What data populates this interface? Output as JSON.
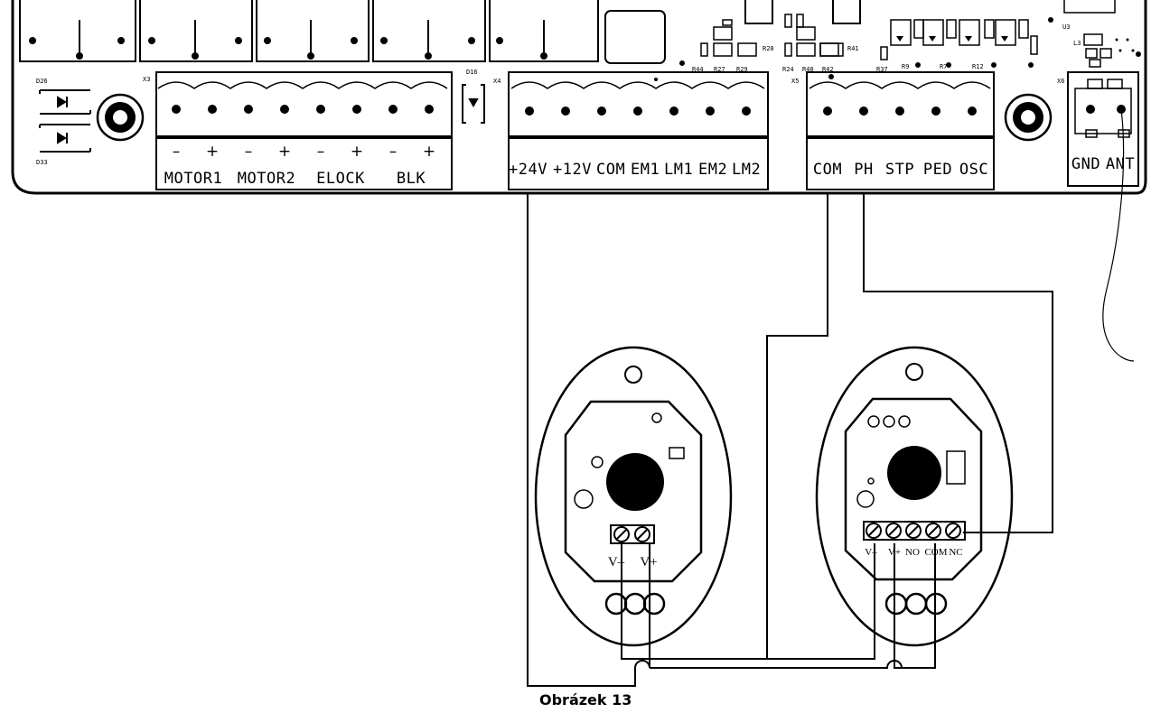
{
  "caption": "Obrázek 13",
  "board": {
    "connector_x3": {
      "label": "X3",
      "polarity": [
        "–",
        "+",
        "–",
        "+",
        "–",
        "+",
        "–",
        "+"
      ],
      "groups": [
        "MOTOR1",
        "MOTOR2",
        "ELOCK",
        "BLK"
      ]
    },
    "connector_x4": {
      "label": "X4",
      "terminals": [
        "+24V",
        "+12V",
        "COM",
        "EM1",
        "LM1",
        "EM2",
        "LM2"
      ]
    },
    "connector_x5": {
      "label": "X5",
      "terminals": [
        "COM",
        "PH",
        "STP",
        "PED",
        "OSC"
      ]
    },
    "connector_x6": {
      "label": "X6",
      "terminals": [
        "GND",
        "ANT"
      ]
    },
    "component_labels": {
      "d26": "D26",
      "d33": "D33",
      "d16": "D16",
      "u3": "U3",
      "l3": "L3",
      "r28": "R28",
      "r41": "R41",
      "r44": "R44",
      "r27": "R27",
      "r29": "R29",
      "r24": "R24",
      "r40": "R40",
      "r42": "R42",
      "r37": "R37",
      "r9": "R9",
      "r7": "R7",
      "r12": "R12"
    }
  },
  "photocell_tx": {
    "terminals": [
      "V–",
      "V+"
    ]
  },
  "photocell_rx": {
    "terminals": [
      "V–",
      "V+",
      "NO",
      "COM",
      "NC"
    ]
  }
}
